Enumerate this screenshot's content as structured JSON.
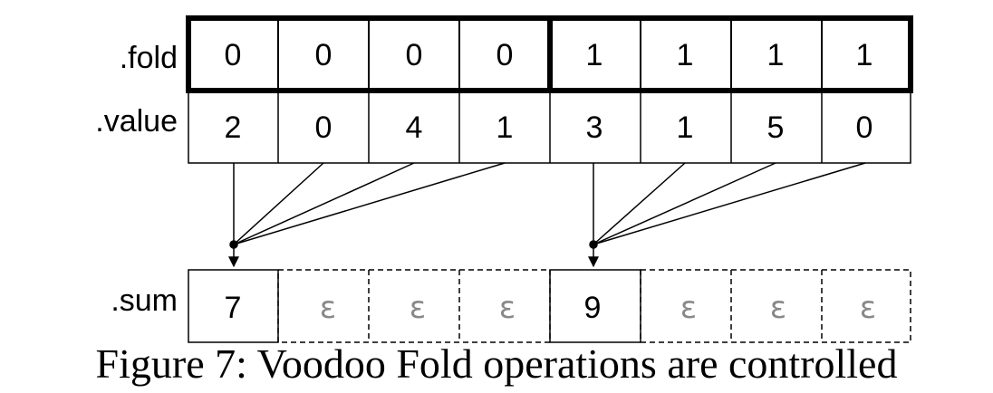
{
  "rows": {
    "fold": {
      "label": ".fold",
      "cells": [
        "0",
        "0",
        "0",
        "0",
        "1",
        "1",
        "1",
        "1"
      ]
    },
    "value": {
      "label": ".value",
      "cells": [
        "2",
        "0",
        "4",
        "1",
        "3",
        "1",
        "5",
        "0"
      ]
    },
    "sum": {
      "label": ".sum",
      "cells": [
        "7",
        "ε",
        "ε",
        "ε",
        "9",
        "ε",
        "ε",
        "ε"
      ]
    }
  },
  "caption": "Figure 7: Voodoo Fold operations are controlled",
  "colors": {
    "stroke": "#000000",
    "epsilon": "#888888"
  }
}
